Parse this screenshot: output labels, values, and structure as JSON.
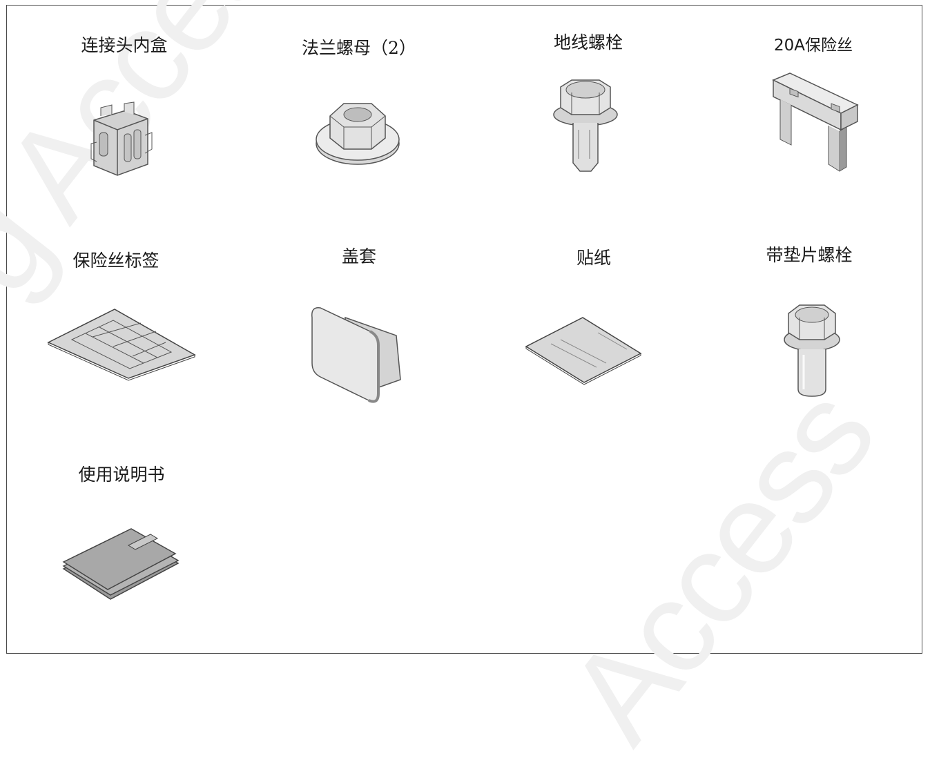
{
  "watermark": {
    "text_1": "g Access",
    "text_2": "Access"
  },
  "items": [
    {
      "label": "连接头内盒",
      "icon": "connector-inner-box-icon"
    },
    {
      "label": "法兰螺母（2）",
      "icon": "flange-nut-icon"
    },
    {
      "label": "地线螺栓",
      "icon": "ground-bolt-icon"
    },
    {
      "label": "20A保险丝",
      "icon": "fuse-20a-icon"
    },
    {
      "label": "保险丝标签",
      "icon": "fuse-label-icon"
    },
    {
      "label": "盖套",
      "icon": "cover-cap-icon"
    },
    {
      "label": "贴纸",
      "icon": "sticker-icon"
    },
    {
      "label": "带垫片螺栓",
      "icon": "washer-bolt-icon"
    },
    {
      "label": "使用说明书",
      "icon": "manual-icon"
    }
  ]
}
